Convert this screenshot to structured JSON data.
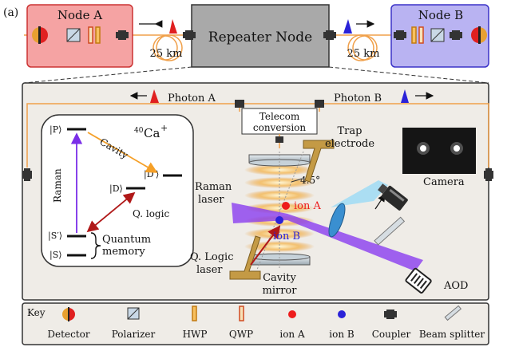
{
  "panel_label": "(a)",
  "top": {
    "node_a": "Node A",
    "node_b": "Node B",
    "repeater": "Repeater Node",
    "fiber_left": "25 km",
    "fiber_right": "25 km"
  },
  "detail": {
    "photon_a": "Photon A",
    "photon_b": "Photon B",
    "telecom_line1": "Telecom",
    "telecom_line2": "conversion",
    "trap_line1": "Trap",
    "trap_line2": "electrode",
    "camera": "Camera",
    "angle": "4.5°",
    "raman_laser_line1": "Raman",
    "raman_laser_line2": "laser",
    "ion_a": "ion A",
    "ion_b": "ion B",
    "qlogic_laser_line1": "Q. Logic",
    "qlogic_laser_line2": "laser",
    "cavity_mirror_line1": "Cavity",
    "cavity_mirror_line2": "mirror",
    "aod": "AOD"
  },
  "levels": {
    "species": "Ca",
    "species_mass": "40",
    "species_charge": "+",
    "P": "|P⟩",
    "D_prime": "|D′⟩",
    "D": "|D⟩",
    "S_prime": "|S′⟩",
    "S": "|S⟩",
    "cavity": "Cavity",
    "raman": "Raman",
    "q_logic": "Q. logic",
    "quantum_line1": "Quantum",
    "quantum_line2": "memory"
  },
  "key": {
    "title": "Key",
    "items": [
      "Detector",
      "Polarizer",
      "HWP",
      "QWP",
      "ion A",
      "ion B",
      "Coupler",
      "Beam splitter"
    ]
  },
  "colors": {
    "node_a_fill": "#f5a3a3",
    "node_b_fill": "#b9b3f2",
    "repeater_fill": "#a9a9a9",
    "panel_fill": "#efece7",
    "fiber": "#f0a04a",
    "photon_a": "#e02020",
    "photon_b": "#2a22d8",
    "ion_a": "#ee1c1c",
    "ion_b": "#2a22d8",
    "raman_beam": "#8a3df0",
    "cavity_arrow": "#f5a028",
    "qlogic_arrow": "#b01818",
    "trap_electrode": "#c49a45",
    "camera_beam": "#9fdcf5"
  },
  "icons": [
    "detector-icon",
    "polarizer-icon",
    "hwp-icon",
    "qwp-icon",
    "coupler-icon",
    "beam-splitter-icon",
    "camera-icon",
    "aod-icon"
  ]
}
